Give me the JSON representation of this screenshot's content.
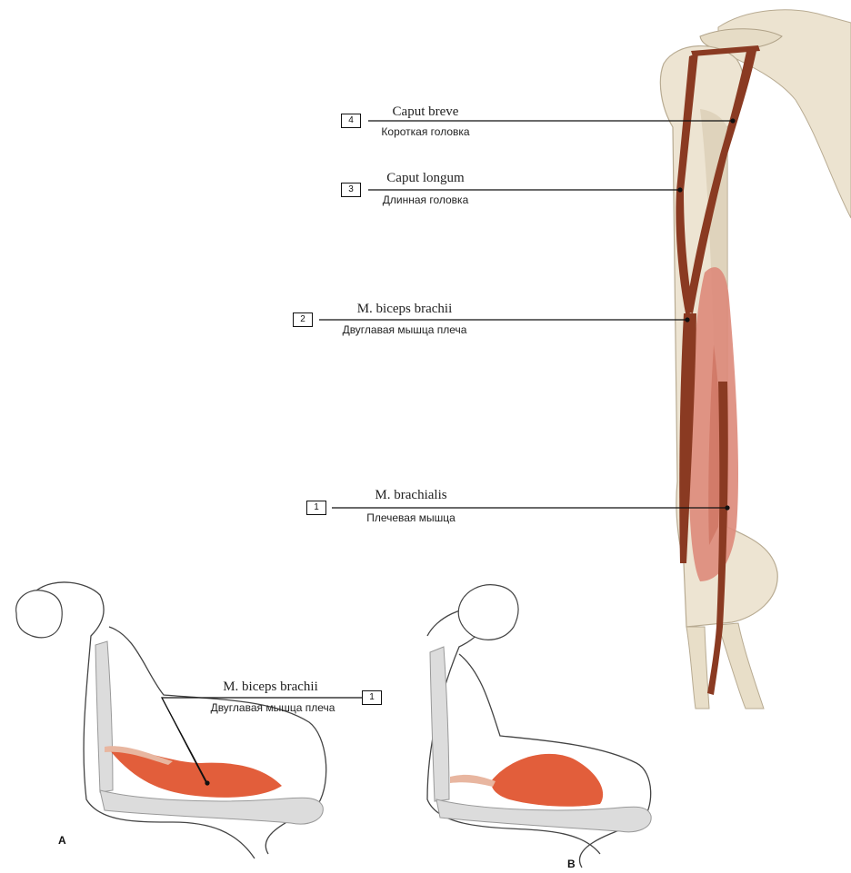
{
  "labels": [
    {
      "number": "4",
      "latin": "Caput breve",
      "russian": "Короткая головка"
    },
    {
      "number": "3",
      "latin": "Caput longum",
      "russian": "Длинная головка"
    },
    {
      "number": "2",
      "latin": "M. biceps brachii",
      "russian": "Двуглавая мышца плеча"
    },
    {
      "number": "1",
      "latin": "M. brachialis",
      "russian": "Плечевая мышца"
    }
  ],
  "inset_label": {
    "number": "1",
    "latin": "M. biceps brachii",
    "russian": "Двуглавая мышца плеча"
  },
  "panels": {
    "a": "A",
    "b": "B"
  },
  "colors": {
    "bone": "#ede4d2",
    "bone_shadow": "#cfc3aa",
    "tendon": "#8a3a22",
    "muscle_pink": "#dd8a7a",
    "muscle_red": "#e0502a",
    "arm_outline": "#444444",
    "leader": "#111111"
  }
}
